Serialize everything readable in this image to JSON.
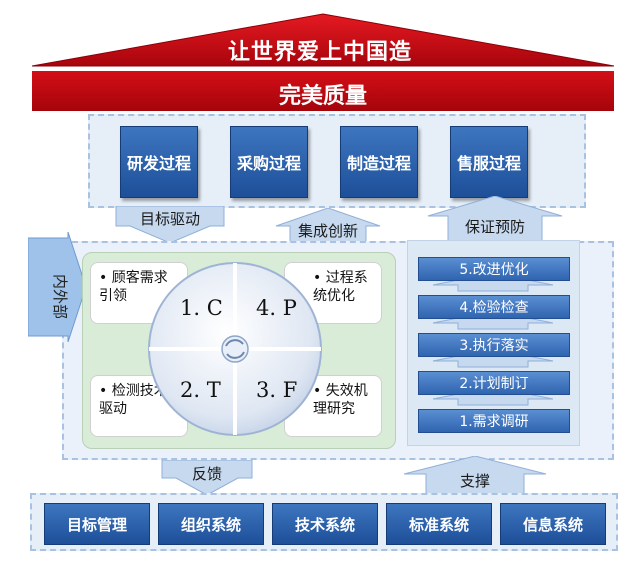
{
  "roof": {
    "title": "让世界爱上中国造"
  },
  "band": {
    "title": "完美质量"
  },
  "processes": [
    "研发过程",
    "采购过程",
    "制造过程",
    "售服过程"
  ],
  "arrows": {
    "target_drive": "目标驱动",
    "integrated_innovation": "集成创新",
    "quality_prevention": "保证预防",
    "feedback": "反馈",
    "support": "支撑"
  },
  "side_banner": "内外部",
  "quadrants": [
    {
      "text": "顾客需求引领",
      "letter": "1. C"
    },
    {
      "text": "过程系统优化",
      "letter": "4. P"
    },
    {
      "text": "检测技术驱动",
      "letter": "2. T"
    },
    {
      "text": "失效机理研究",
      "letter": "3. F"
    }
  ],
  "steps": [
    "5.改进优化",
    "4.检验检查",
    "3.执行落实",
    "2.计划制订",
    "1.需求调研"
  ],
  "systems": [
    "目标管理",
    "组织系统",
    "技术系统",
    "标准系统",
    "信息系统"
  ],
  "colors": {
    "roof_red": "#c4000a",
    "box_blue": "#2a5fa8",
    "panel_bg": "#e6eef8",
    "green_panel": "#d9ecd7"
  }
}
